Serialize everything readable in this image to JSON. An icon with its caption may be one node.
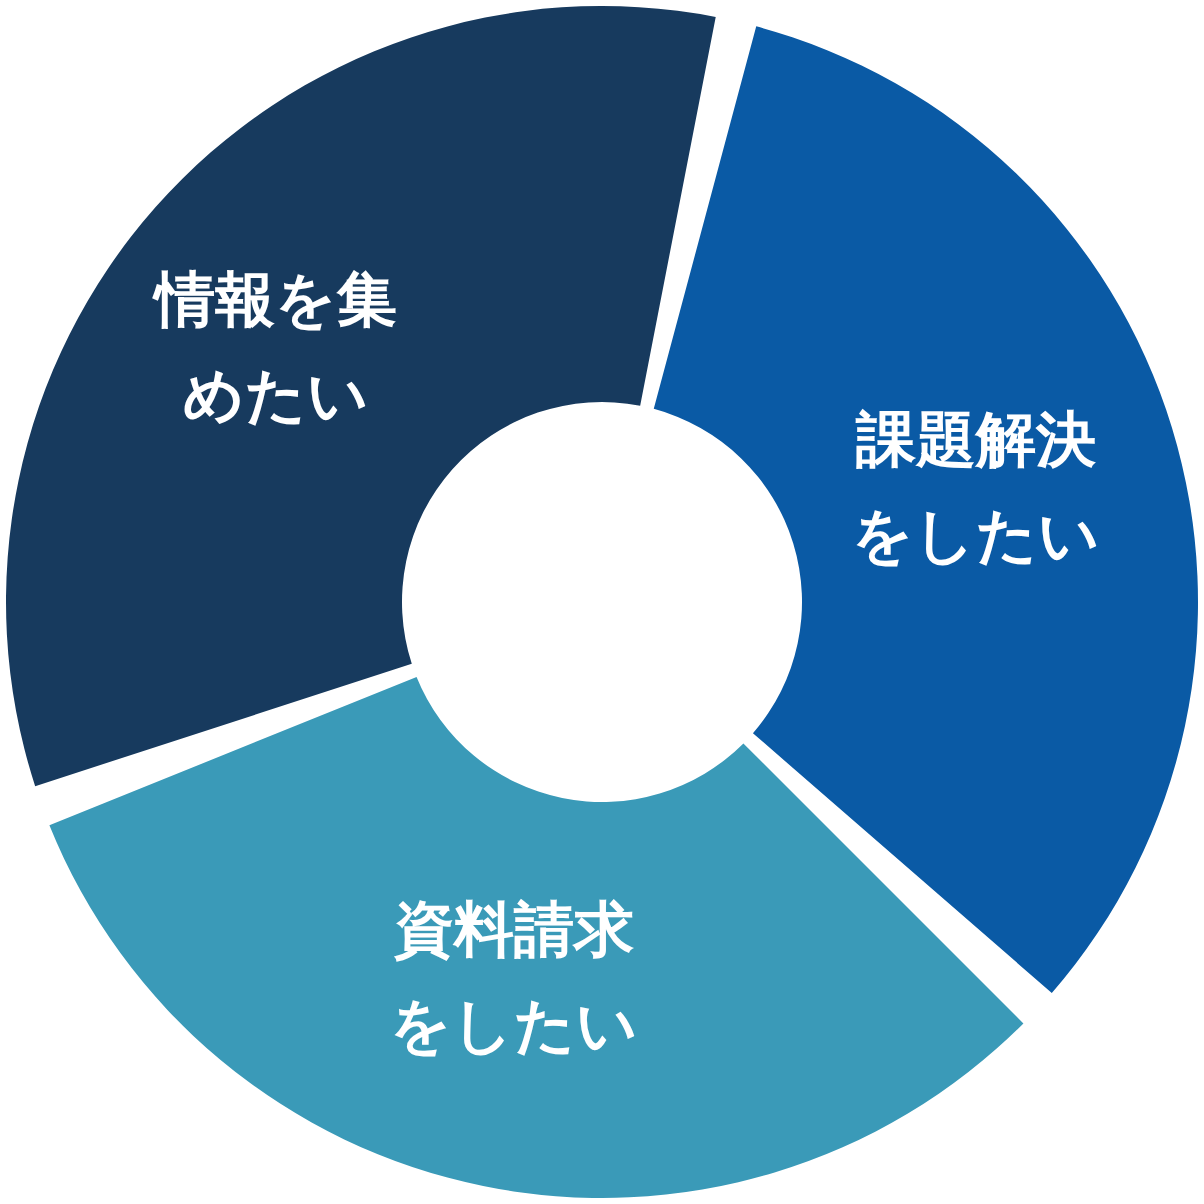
{
  "diagram": {
    "nodes": [
      {
        "text": [
          "情報を集めたい"
        ]
      },
      {
        "text": [
          "課題解決をしたい"
        ]
      },
      {
        "text": [
          "資料請求をしたい"
        ]
      }
    ]
  }
}
